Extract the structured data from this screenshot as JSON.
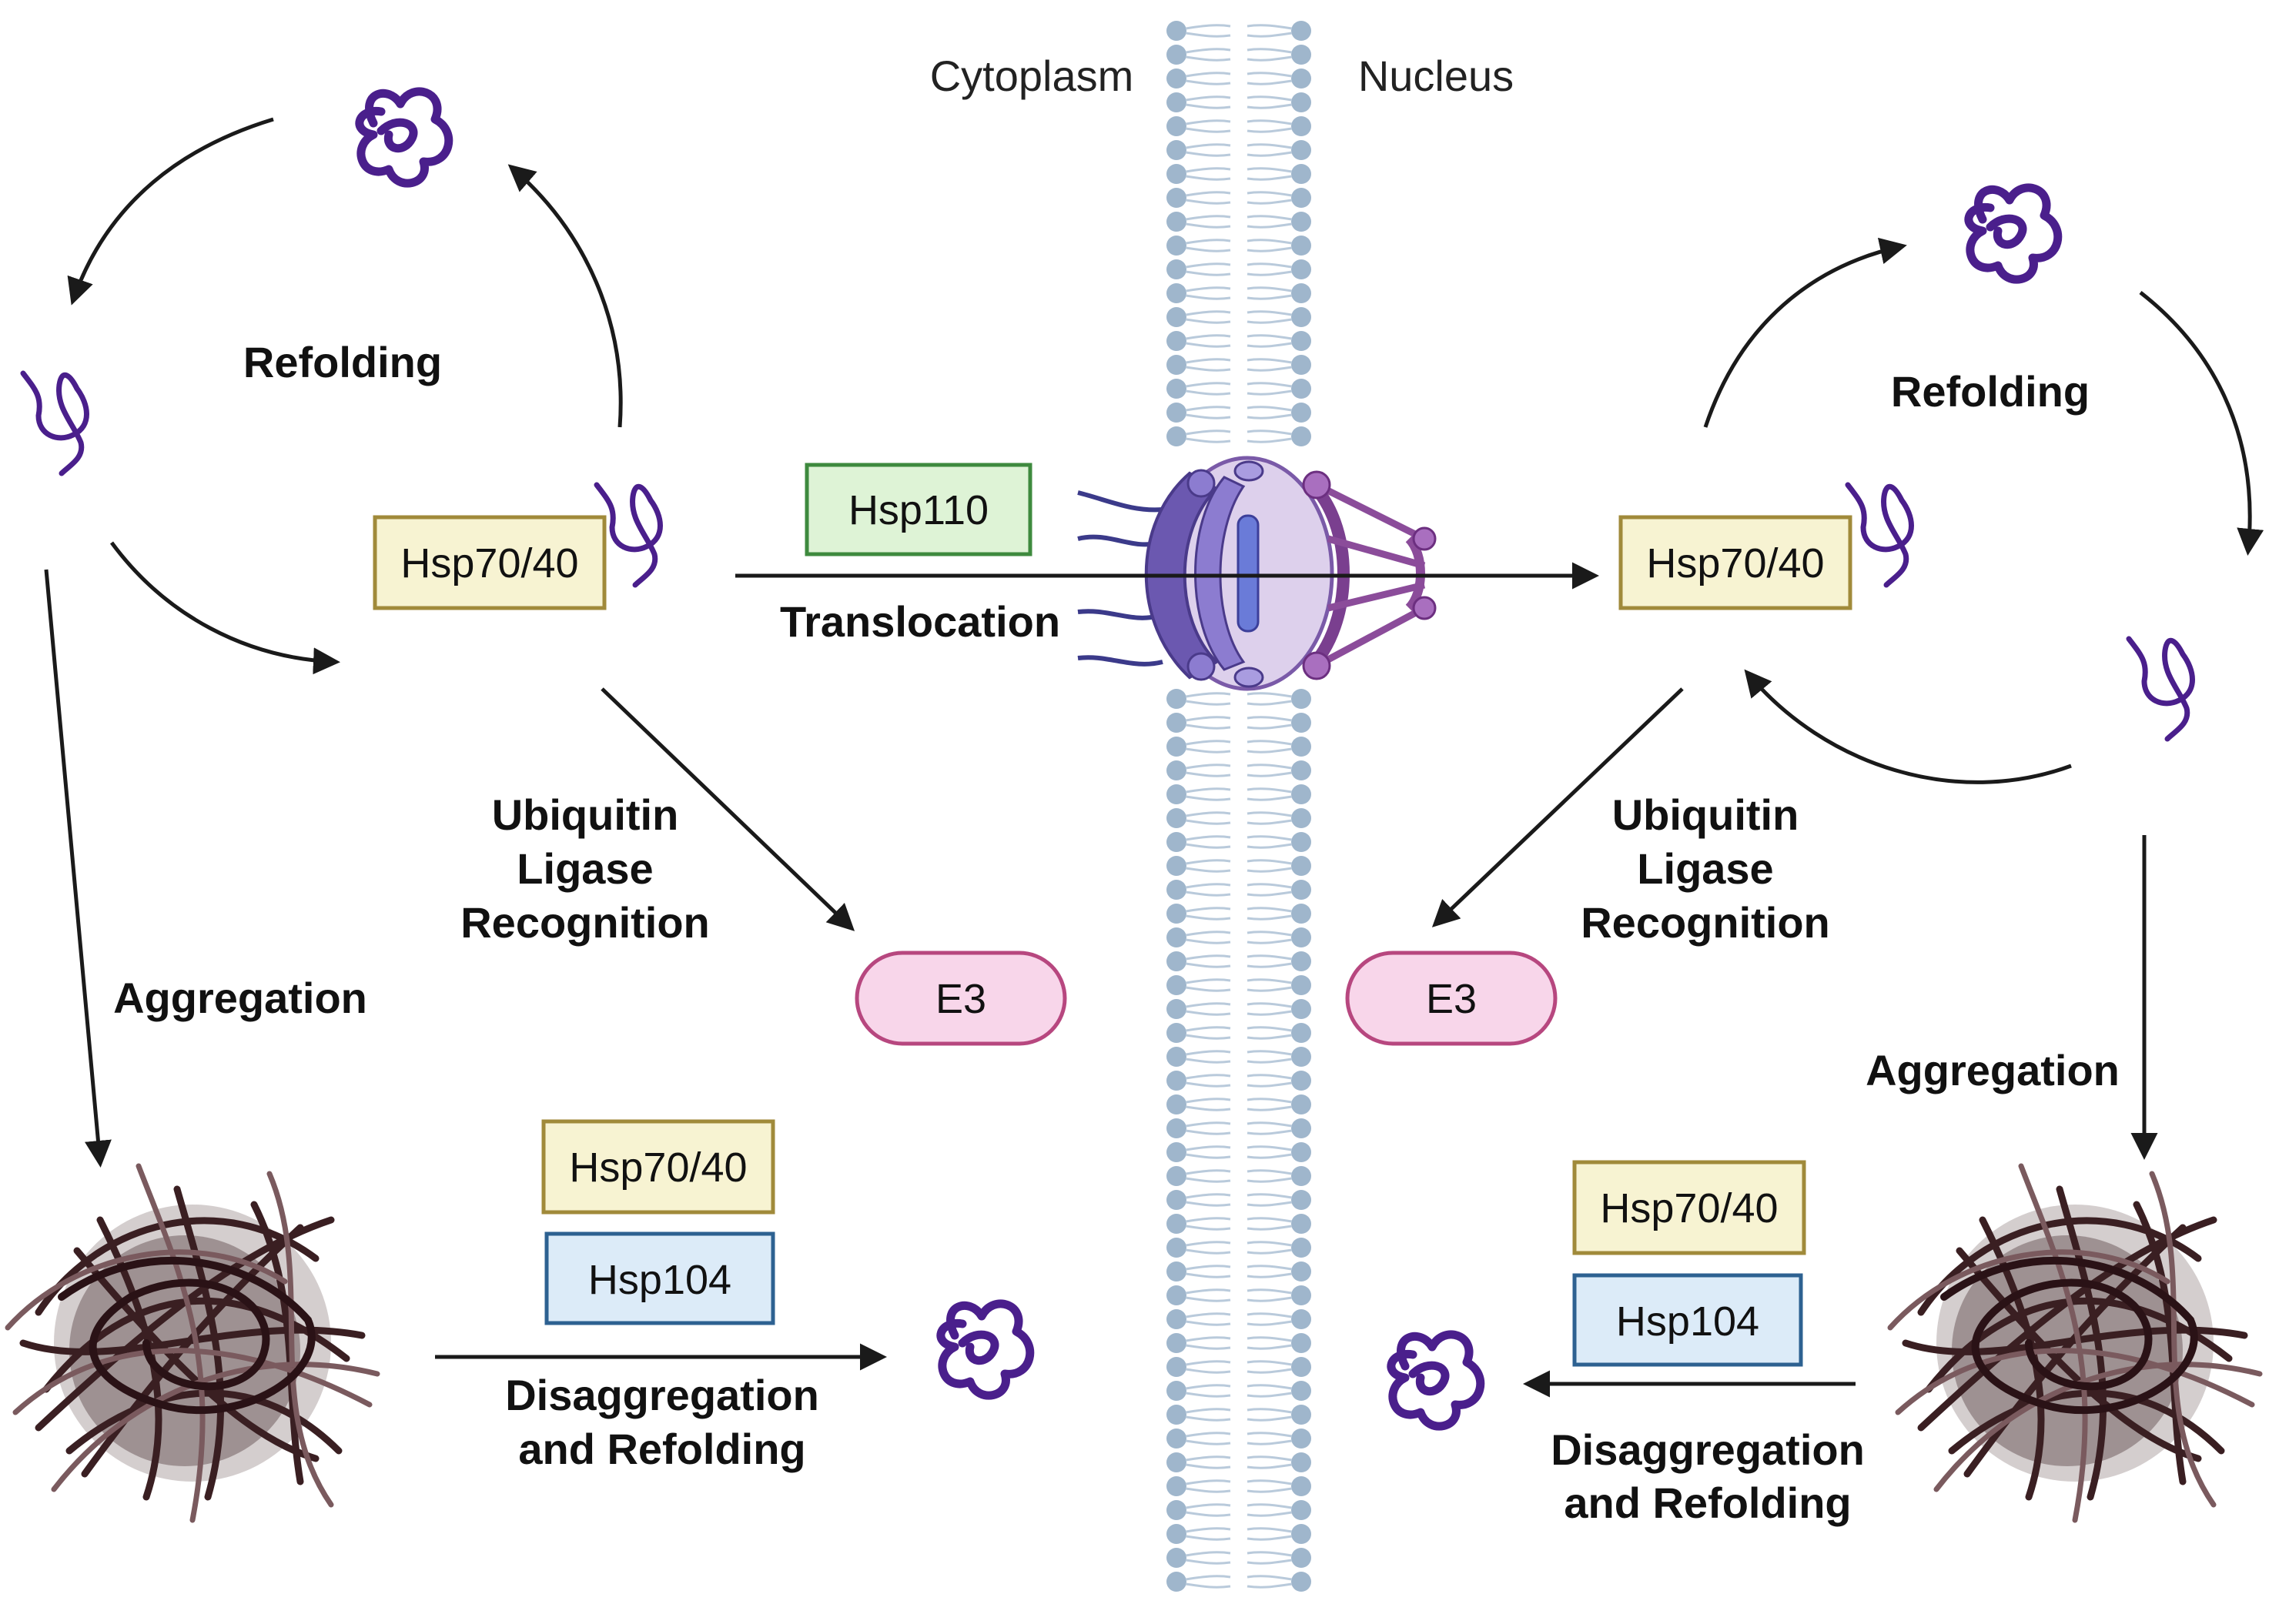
{
  "regions": {
    "cytoplasm": "Cytoplasm",
    "nucleus": "Nucleus"
  },
  "left": {
    "refolding": "Refolding",
    "chaperone_box": "Hsp70/40",
    "ubiquitin": [
      "Ubiquitin",
      "Ligase",
      "Recognition"
    ],
    "e3": "E3",
    "aggregation": "Aggregation",
    "disagg_boxes": [
      "Hsp70/40",
      "Hsp104"
    ],
    "disaggregation": [
      "Disaggregation",
      "and Refolding"
    ]
  },
  "center": {
    "hsp110": "Hsp110",
    "translocation": "Translocation"
  },
  "right": {
    "refolding": "Refolding",
    "chaperone_box": "Hsp70/40",
    "ubiquitin": [
      "Ubiquitin",
      "Ligase",
      "Recognition"
    ],
    "e3": "E3",
    "aggregation": "Aggregation",
    "disagg_boxes": [
      "Hsp70/40",
      "Hsp104"
    ],
    "disaggregation": [
      "Disaggregation",
      "and Refolding"
    ]
  },
  "colors": {
    "hsp70_fill": "#f7f3d2",
    "hsp70_stroke": "#a08a3a",
    "hsp110_fill": "#def3d6",
    "hsp110_stroke": "#3e8a3e",
    "hsp104_fill": "#dcebf8",
    "hsp104_stroke": "#2d6191",
    "e3_fill": "#f8d6ea",
    "e3_stroke": "#b7477f",
    "protein": "#4a1f8c",
    "aggregate": "#3a1f22",
    "membrane": "#9fb6cc"
  }
}
